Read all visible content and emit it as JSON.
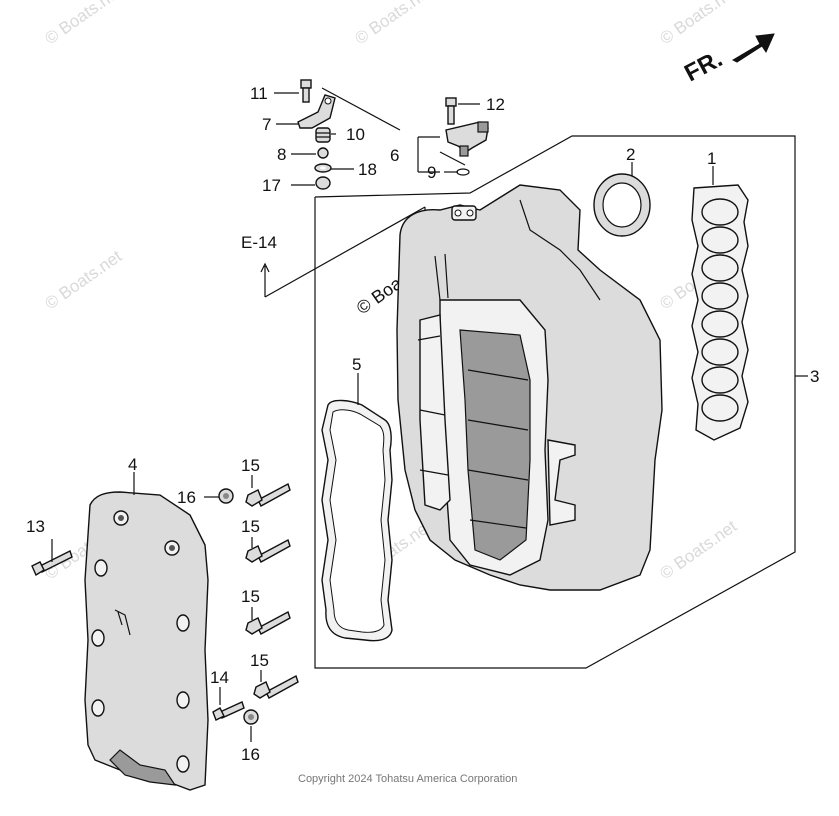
{
  "diagram": {
    "labels": {
      "p1": "1",
      "p2": "2",
      "p3": "3",
      "p4": "4",
      "p5": "5",
      "p6": "6",
      "p7": "7",
      "p8": "8",
      "p9": "9",
      "p10": "10",
      "p11": "11",
      "p12": "12",
      "p13": "13",
      "p14": "14",
      "p15a": "15",
      "p15b": "15",
      "p15c": "15",
      "p15d": "15",
      "p16a": "16",
      "p16b": "16",
      "p17": "17",
      "p18": "18"
    },
    "reference": "E-14",
    "direction": "FR.",
    "watermark": "© Boats.net",
    "copyright": "Copyright 2024 Tohatsu America Corporation"
  }
}
